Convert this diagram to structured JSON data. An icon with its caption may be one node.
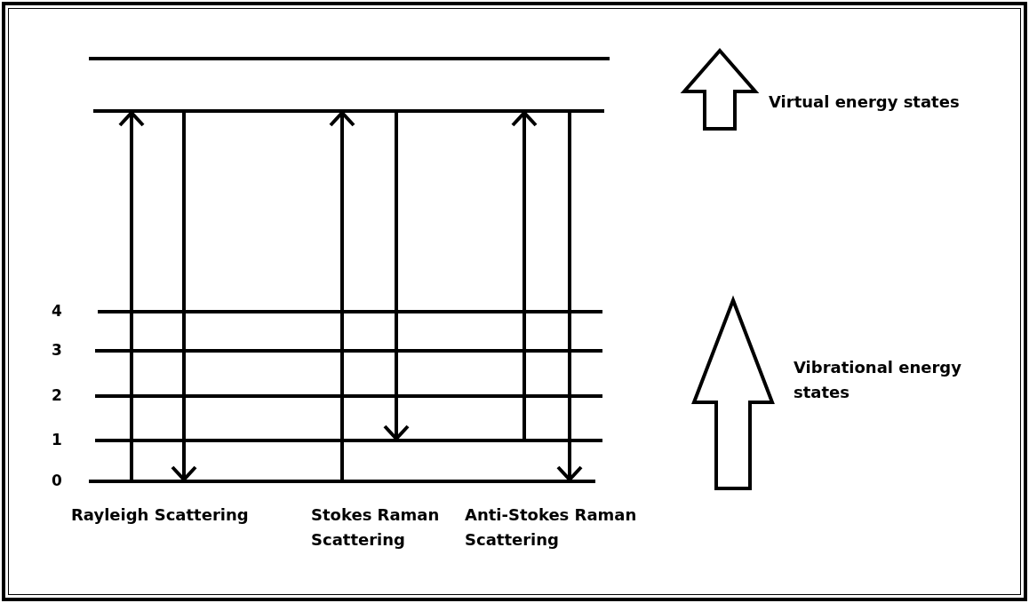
{
  "diagram": {
    "nodes": [
      {
        "text": [],
        "shape": "bar"
      },
      {
        "text": [],
        "shape": "bar"
      },
      {
        "text": [],
        "shape": "bar",
        "beside": [
          "4"
        ]
      },
      {
        "text": [],
        "shape": "bar",
        "beside": [
          "3"
        ]
      },
      {
        "text": [],
        "shape": "bar",
        "beside": [
          "2"
        ]
      },
      {
        "text": [],
        "shape": "bar",
        "beside": [
          "1"
        ]
      },
      {
        "text": [],
        "shape": "bar",
        "beside": [
          "0"
        ]
      }
    ],
    "edges": [
      {
        "from": 6,
        "to": 1,
        "arrow": "to"
      },
      {
        "from": 1,
        "to": 6,
        "arrow": "to"
      },
      {
        "from": 6,
        "to": 1,
        "arrow": "to"
      },
      {
        "from": 1,
        "to": 5,
        "arrow": "to"
      },
      {
        "from": 5,
        "to": 1,
        "arrow": "to"
      },
      {
        "from": 1,
        "to": 6,
        "arrow": "to"
      }
    ],
    "labels": [
      "Virtual energy states",
      "Vibrational energy states",
      "Rayleigh Scattering",
      "Stokes Raman Scattering",
      "Anti-Stokes Raman Scattering"
    ]
  }
}
